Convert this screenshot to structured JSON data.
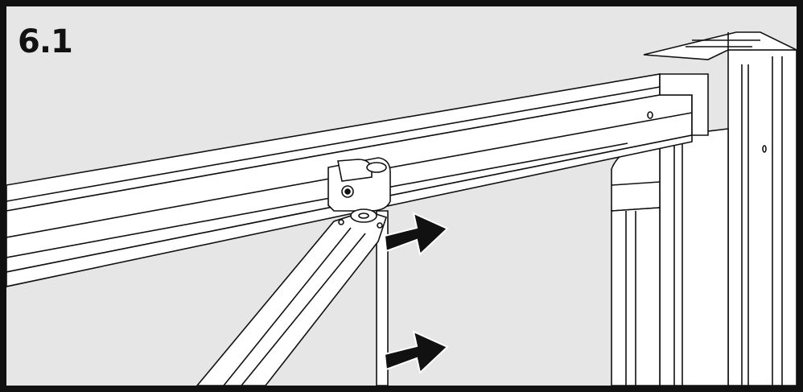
{
  "diagram": {
    "step_label": "6.1",
    "colors": {
      "background": "#e6e6e6",
      "line": "#111111",
      "fill": "#ffffff",
      "arrow": "#111111"
    },
    "arrows": [
      {
        "semantic": "push-direction-arrow"
      },
      {
        "semantic": "push-direction-arrow"
      }
    ]
  }
}
